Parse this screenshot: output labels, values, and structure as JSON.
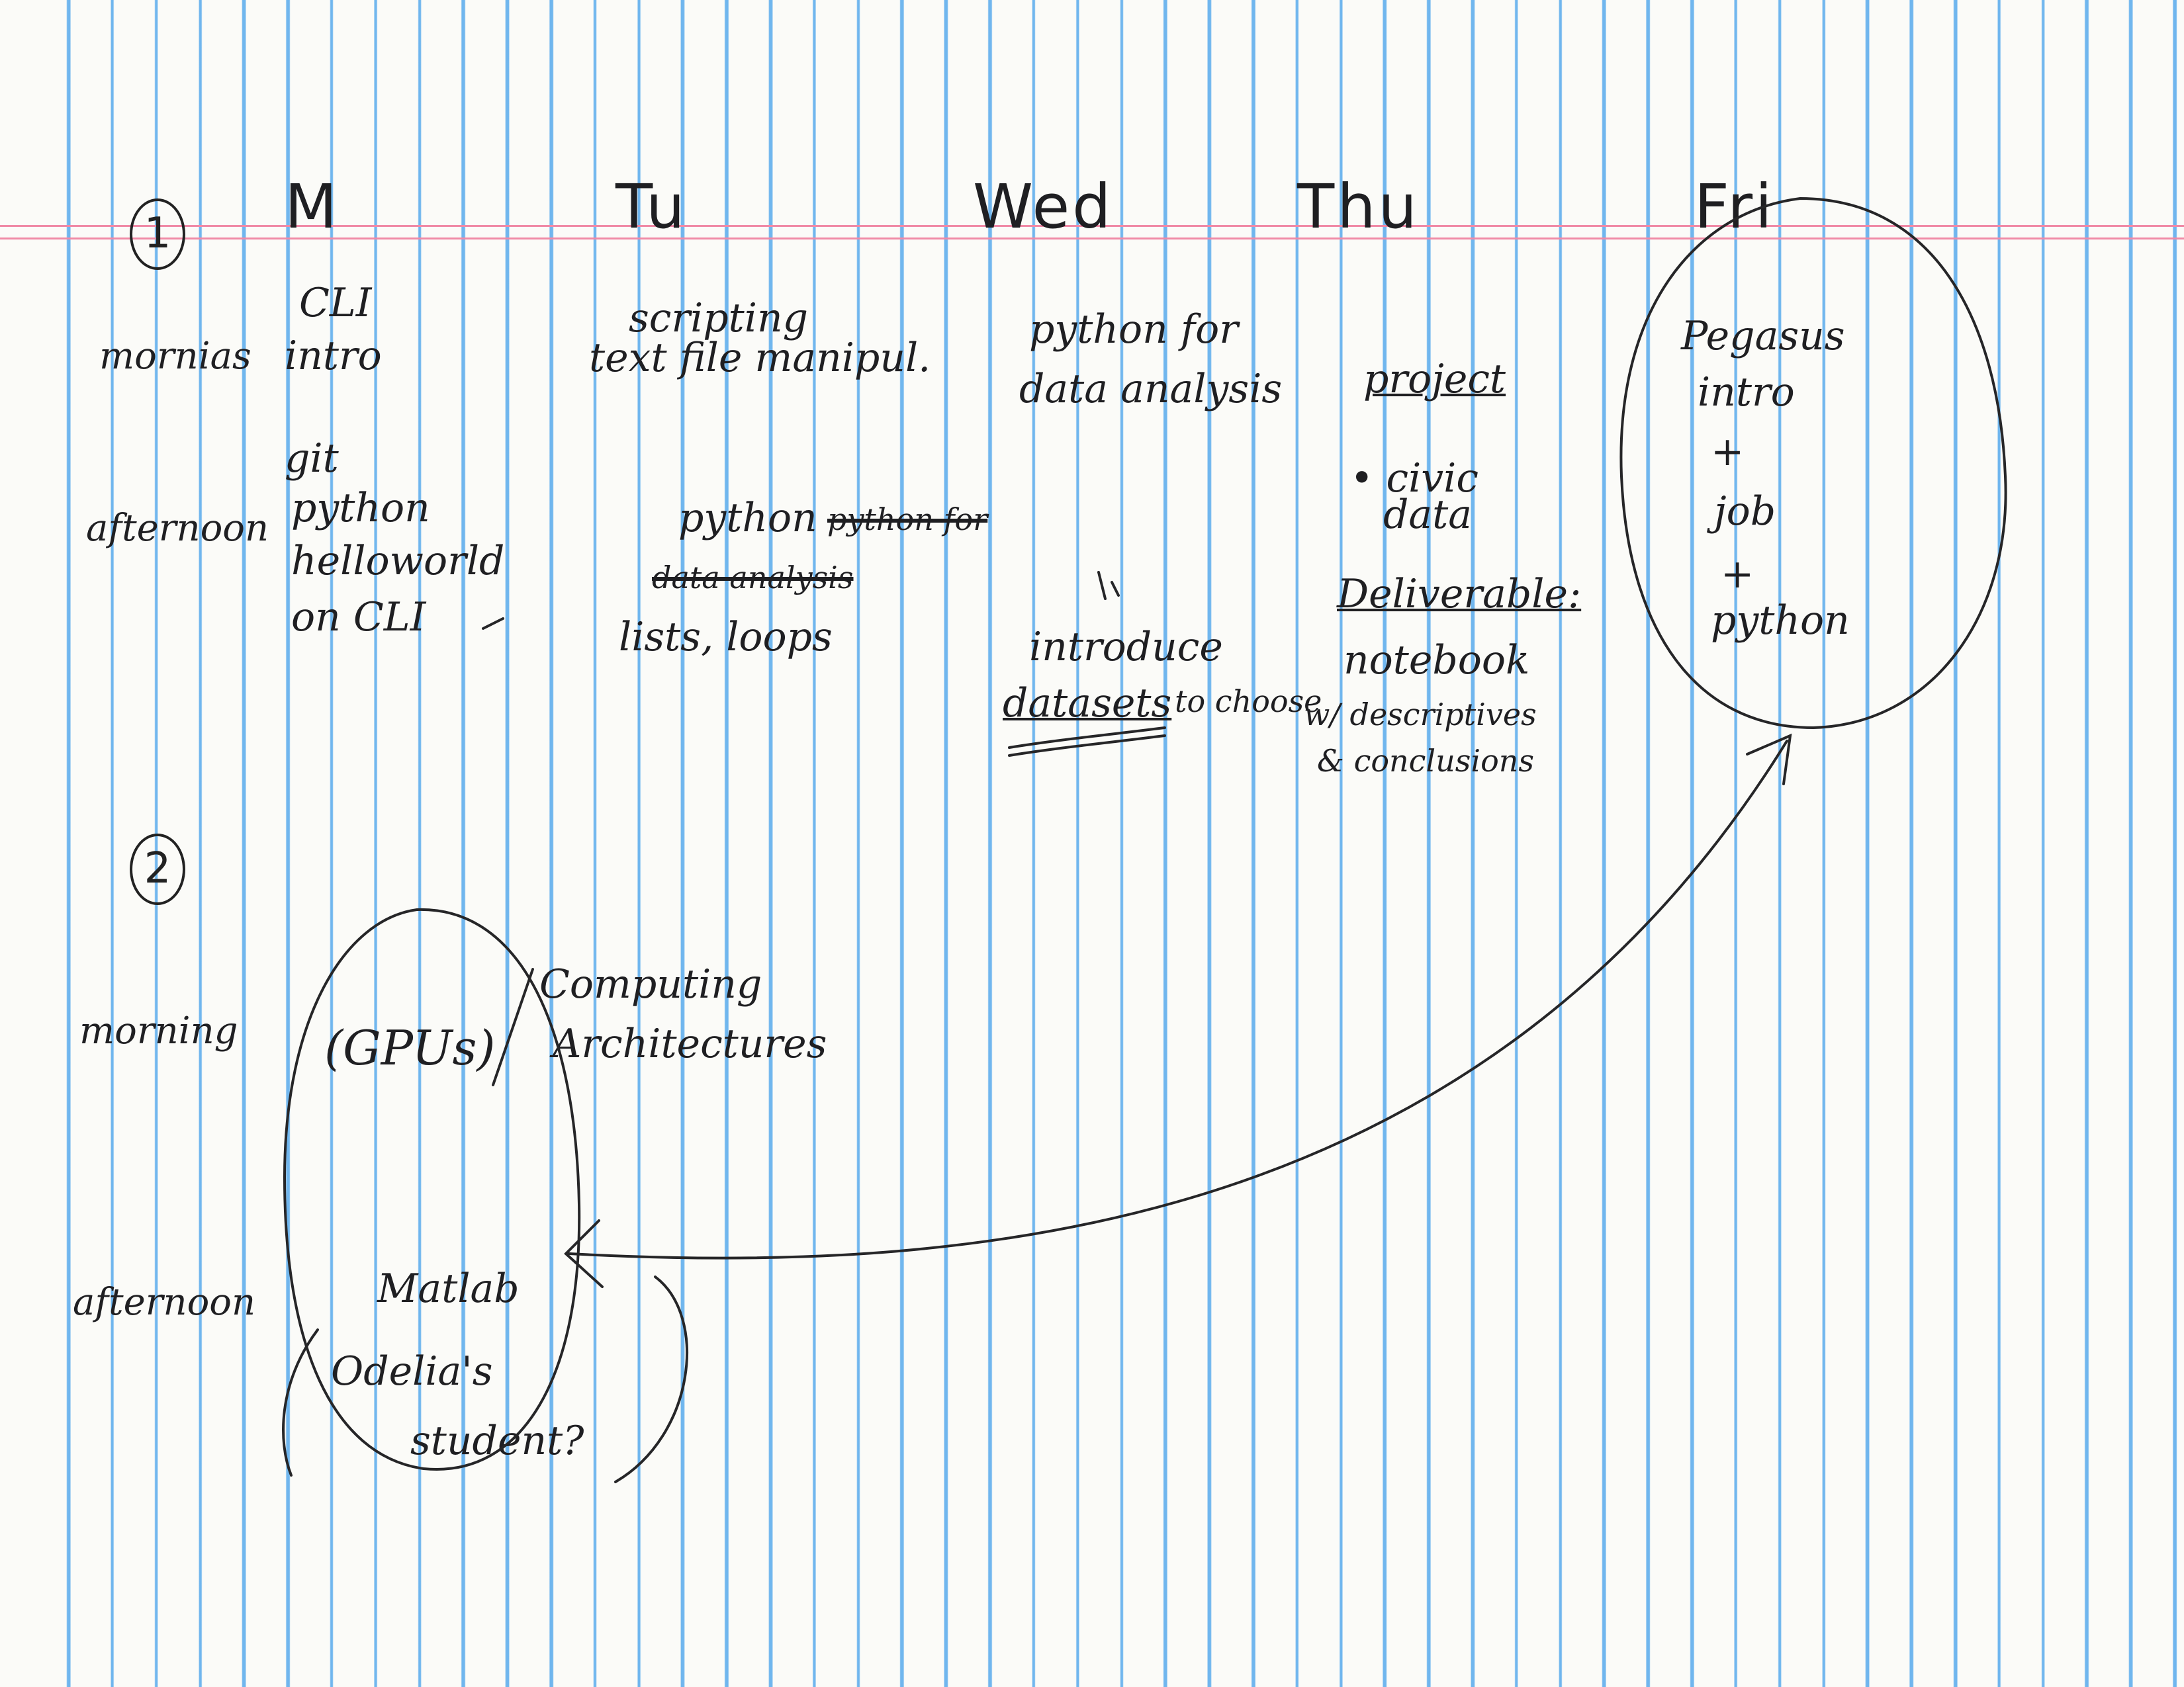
{
  "week1": {
    "number": "1",
    "days": [
      "M",
      "Tu",
      "Wed",
      "Thu",
      "Fri"
    ],
    "row_labels": [
      "mornias",
      "afternoon"
    ],
    "monday": {
      "morning": [
        "CLI",
        "intro"
      ],
      "afternoon": [
        "git",
        "python",
        "helloworld",
        "on CLI"
      ]
    },
    "tuesday": {
      "morning": [
        "scripting",
        "text file manipul."
      ],
      "afternoon_struck": [
        "python for",
        "data analysis"
      ],
      "afternoon_visible": [
        "python",
        "lists, loops"
      ]
    },
    "wednesday": {
      "morning": [
        "python for",
        "data analysis"
      ],
      "afternoon": [
        "introduce",
        "datasets",
        "to choose"
      ]
    },
    "thursday": {
      "morning": [
        "project"
      ],
      "afternoon": [
        "• civic",
        "data",
        "Deliverable:",
        "notebook",
        "w/ descriptives",
        "& conclusions"
      ]
    },
    "friday": {
      "lines": [
        "Pegasus",
        "intro",
        "+",
        "job",
        "+",
        "python"
      ]
    }
  },
  "week2": {
    "number": "2",
    "row_labels": [
      "morning",
      "afternoon"
    ],
    "monday": {
      "morning_circled": "(GPUs)",
      "morning": [
        "Computing",
        "Architectures"
      ],
      "afternoon": [
        "Matlab",
        "Odelia's",
        "student?"
      ]
    }
  }
}
